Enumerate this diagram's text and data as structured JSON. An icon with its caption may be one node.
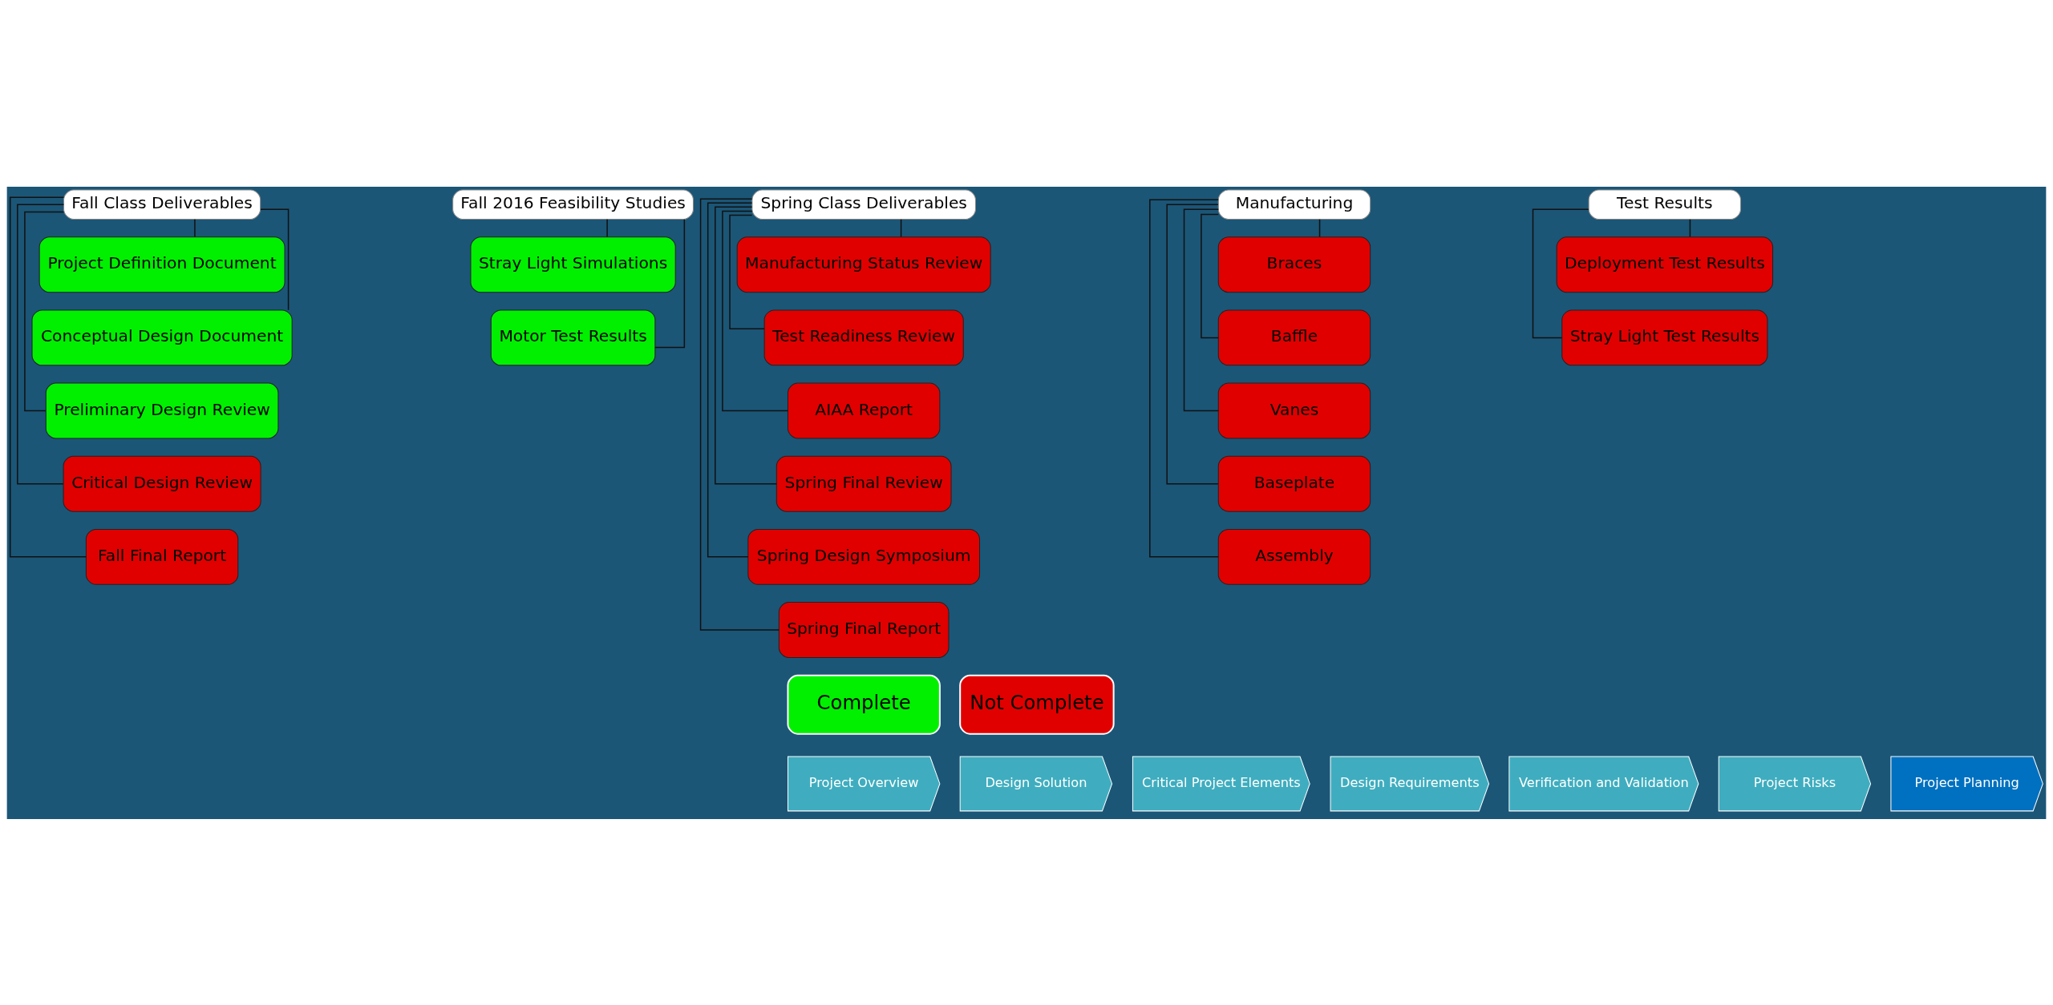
{
  "diagram": {
    "nodes": [
      {
        "text": [
          "Fall Class Deliverables"
        ]
      },
      {
        "text": [
          "Project Definition Document"
        ]
      },
      {
        "text": [
          "Conceptual Design Document"
        ]
      },
      {
        "text": [
          "Preliminary Design Review"
        ]
      },
      {
        "text": [
          "Critical Design Review"
        ]
      },
      {
        "text": [
          "Fall Final Report"
        ]
      },
      {
        "text": [
          "Fall 2016 Feasibility Studies"
        ]
      },
      {
        "text": [
          "Stray Light Simulations"
        ]
      },
      {
        "text": [
          "Motor Test Results"
        ]
      },
      {
        "text": [
          "Spring Class Deliverables"
        ]
      },
      {
        "text": [
          "Manufacturing Status Review"
        ]
      },
      {
        "text": [
          "Test Readiness Review"
        ]
      },
      {
        "text": [
          "AIAA Report"
        ]
      },
      {
        "text": [
          "Spring Final Review"
        ]
      },
      {
        "text": [
          "Spring Design Symposium"
        ]
      },
      {
        "text": [
          "Spring Final Report"
        ]
      },
      {
        "text": [
          "Manufacturing"
        ]
      },
      {
        "text": [
          "Braces"
        ]
      },
      {
        "text": [
          "Baffle"
        ]
      },
      {
        "text": [
          "Vanes"
        ]
      },
      {
        "text": [
          "Baseplate"
        ]
      },
      {
        "text": [
          "Assembly"
        ]
      },
      {
        "text": [
          "Test Results"
        ]
      },
      {
        "text": [
          "Deployment Test Results"
        ]
      },
      {
        "text": [
          "Stray Light Test Results"
        ]
      },
      {
        "text": [
          "Project Overview"
        ]
      },
      {
        "text": [
          "Design Solution"
        ]
      },
      {
        "text": [
          "Critical Project Elements"
        ]
      },
      {
        "text": [
          "Design Requirements"
        ]
      },
      {
        "text": [
          "Verification and Validation"
        ]
      },
      {
        "text": [
          "Project Risks"
        ]
      },
      {
        "text": [
          "Project Planning"
        ]
      }
    ],
    "edges": [
      {
        "from": 0,
        "to": 1,
        "arrow": "none"
      },
      {
        "from": 0,
        "to": 2,
        "arrow": "none"
      },
      {
        "from": 0,
        "to": 3,
        "arrow": "none"
      },
      {
        "from": 0,
        "to": 4,
        "arrow": "none"
      },
      {
        "from": 0,
        "to": 5,
        "arrow": "none"
      },
      {
        "from": 6,
        "to": 7,
        "arrow": "none"
      },
      {
        "from": 6,
        "to": 8,
        "arrow": "none"
      },
      {
        "from": 9,
        "to": 10,
        "arrow": "none"
      },
      {
        "from": 9,
        "to": 11,
        "arrow": "none"
      },
      {
        "from": 9,
        "to": 12,
        "arrow": "none"
      },
      {
        "from": 9,
        "to": 13,
        "arrow": "none"
      },
      {
        "from": 9,
        "to": 14,
        "arrow": "none"
      },
      {
        "from": 9,
        "to": 15,
        "arrow": "none"
      },
      {
        "from": 16,
        "to": 17,
        "arrow": "none"
      },
      {
        "from": 16,
        "to": 18,
        "arrow": "none"
      },
      {
        "from": 16,
        "to": 19,
        "arrow": "none"
      },
      {
        "from": 16,
        "to": 20,
        "arrow": "none"
      },
      {
        "from": 16,
        "to": 21,
        "arrow": "none"
      },
      {
        "from": 22,
        "to": 23,
        "arrow": "none"
      },
      {
        "from": 22,
        "to": 24,
        "arrow": "none"
      }
    ],
    "legend": [
      {
        "text": "Complete",
        "color": "#00f000"
      },
      {
        "text": "Not Complete",
        "color": "#e00000"
      }
    ]
  }
}
